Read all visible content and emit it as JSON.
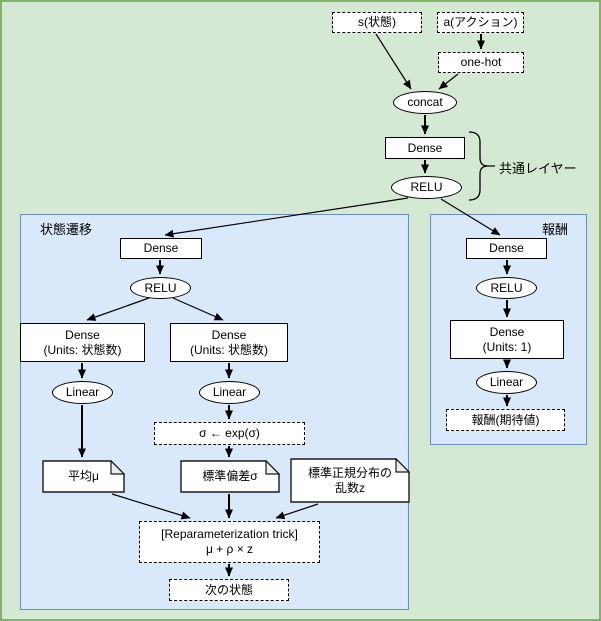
{
  "colors": {
    "canvas_bg": "#d5e8d4",
    "canvas_border": "#82b366",
    "panel_bg": "#dae8fc",
    "panel_border": "#6c8ebf",
    "shape_fill": "#ffffff",
    "shape_stroke": "#000000"
  },
  "top": {
    "s_state": "s(状態)",
    "a_action": "a(アクション)",
    "one_hot": "one-hot",
    "concat": "concat",
    "dense": "Dense",
    "relu": "RELU",
    "common_layer_label": "共通レイヤー"
  },
  "state_panel": {
    "title": "状態遷移",
    "dense": "Dense",
    "relu": "RELU",
    "dense_units_mu_line1": "Dense",
    "dense_units_mu_line2": "(Units: 状態数)",
    "dense_units_sigma_line1": "Dense",
    "dense_units_sigma_line2": "(Units: 状態数)",
    "linear_mu": "Linear",
    "linear_sigma": "Linear",
    "sigma_exp": "σ ← exp(σ)",
    "mean_mu": "平均μ",
    "std_sigma": "標準偏差σ",
    "normal_line1": "標準正規分布の",
    "normal_line2": "乱数z",
    "reparam_line1": "[Reparameterization trick]",
    "reparam_line2": "μ + ρ × z",
    "next_state": "次の状態"
  },
  "reward_panel": {
    "title": "報酬",
    "dense": "Dense",
    "relu": "RELU",
    "dense_units_line1": "Dense",
    "dense_units_line2": "(Units: 1)",
    "linear": "Linear",
    "reward_output": "報酬(期待値)"
  }
}
